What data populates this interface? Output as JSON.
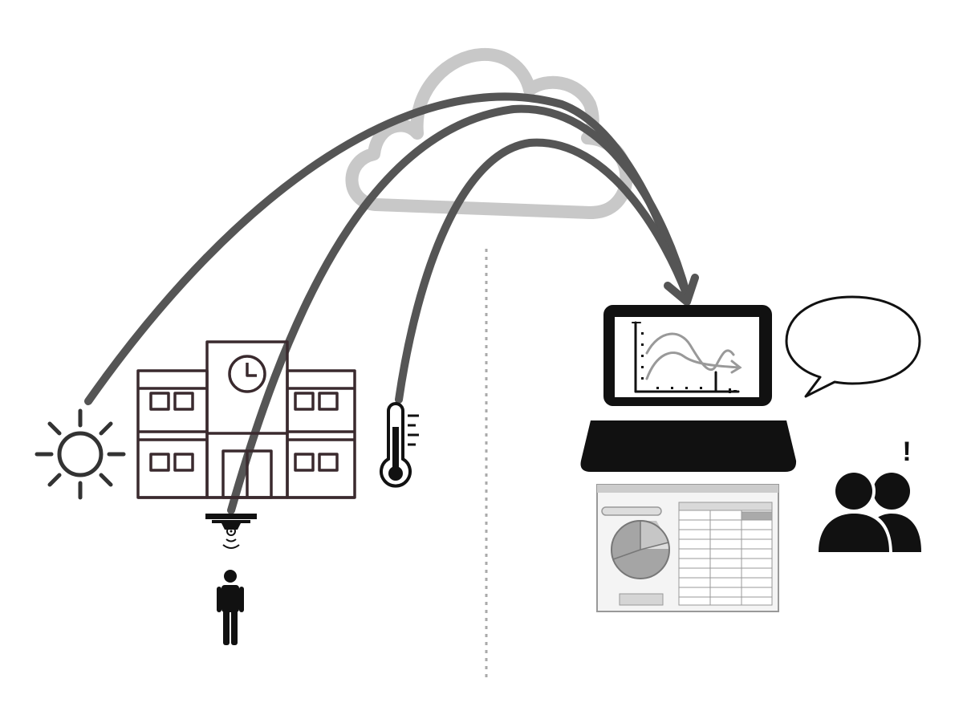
{
  "diagram": {
    "left_side": {
      "sources": [
        {
          "id": "sun",
          "icon": "sun-icon"
        },
        {
          "id": "building",
          "icon": "school-building-icon"
        },
        {
          "id": "occupancy-sensor",
          "icon": "ceiling-sensor-icon"
        },
        {
          "id": "person",
          "icon": "person-icon"
        },
        {
          "id": "thermometer",
          "icon": "thermometer-icon"
        }
      ]
    },
    "cloud": {
      "icon": "cloud-icon"
    },
    "right_side": {
      "laptop": {
        "icon": "laptop-icon",
        "screen": "line-chart-icon"
      },
      "report": {
        "icon": "dashboard-report-icon"
      },
      "speech_bubble": {
        "icon": "speech-bubble-icon"
      },
      "users": {
        "icon": "users-icon",
        "alert_mark": "!"
      }
    },
    "flows": [
      {
        "from": "sun",
        "to": "laptop"
      },
      {
        "from": "occupancy-sensor",
        "to": "laptop"
      },
      {
        "from": "thermometer",
        "to": "laptop"
      }
    ],
    "colors": {
      "flow": "#555555",
      "cloud": "#c8c8c8",
      "building": "#3a2a2e",
      "divider": "#aaaaaa",
      "ink": "#111111"
    }
  }
}
